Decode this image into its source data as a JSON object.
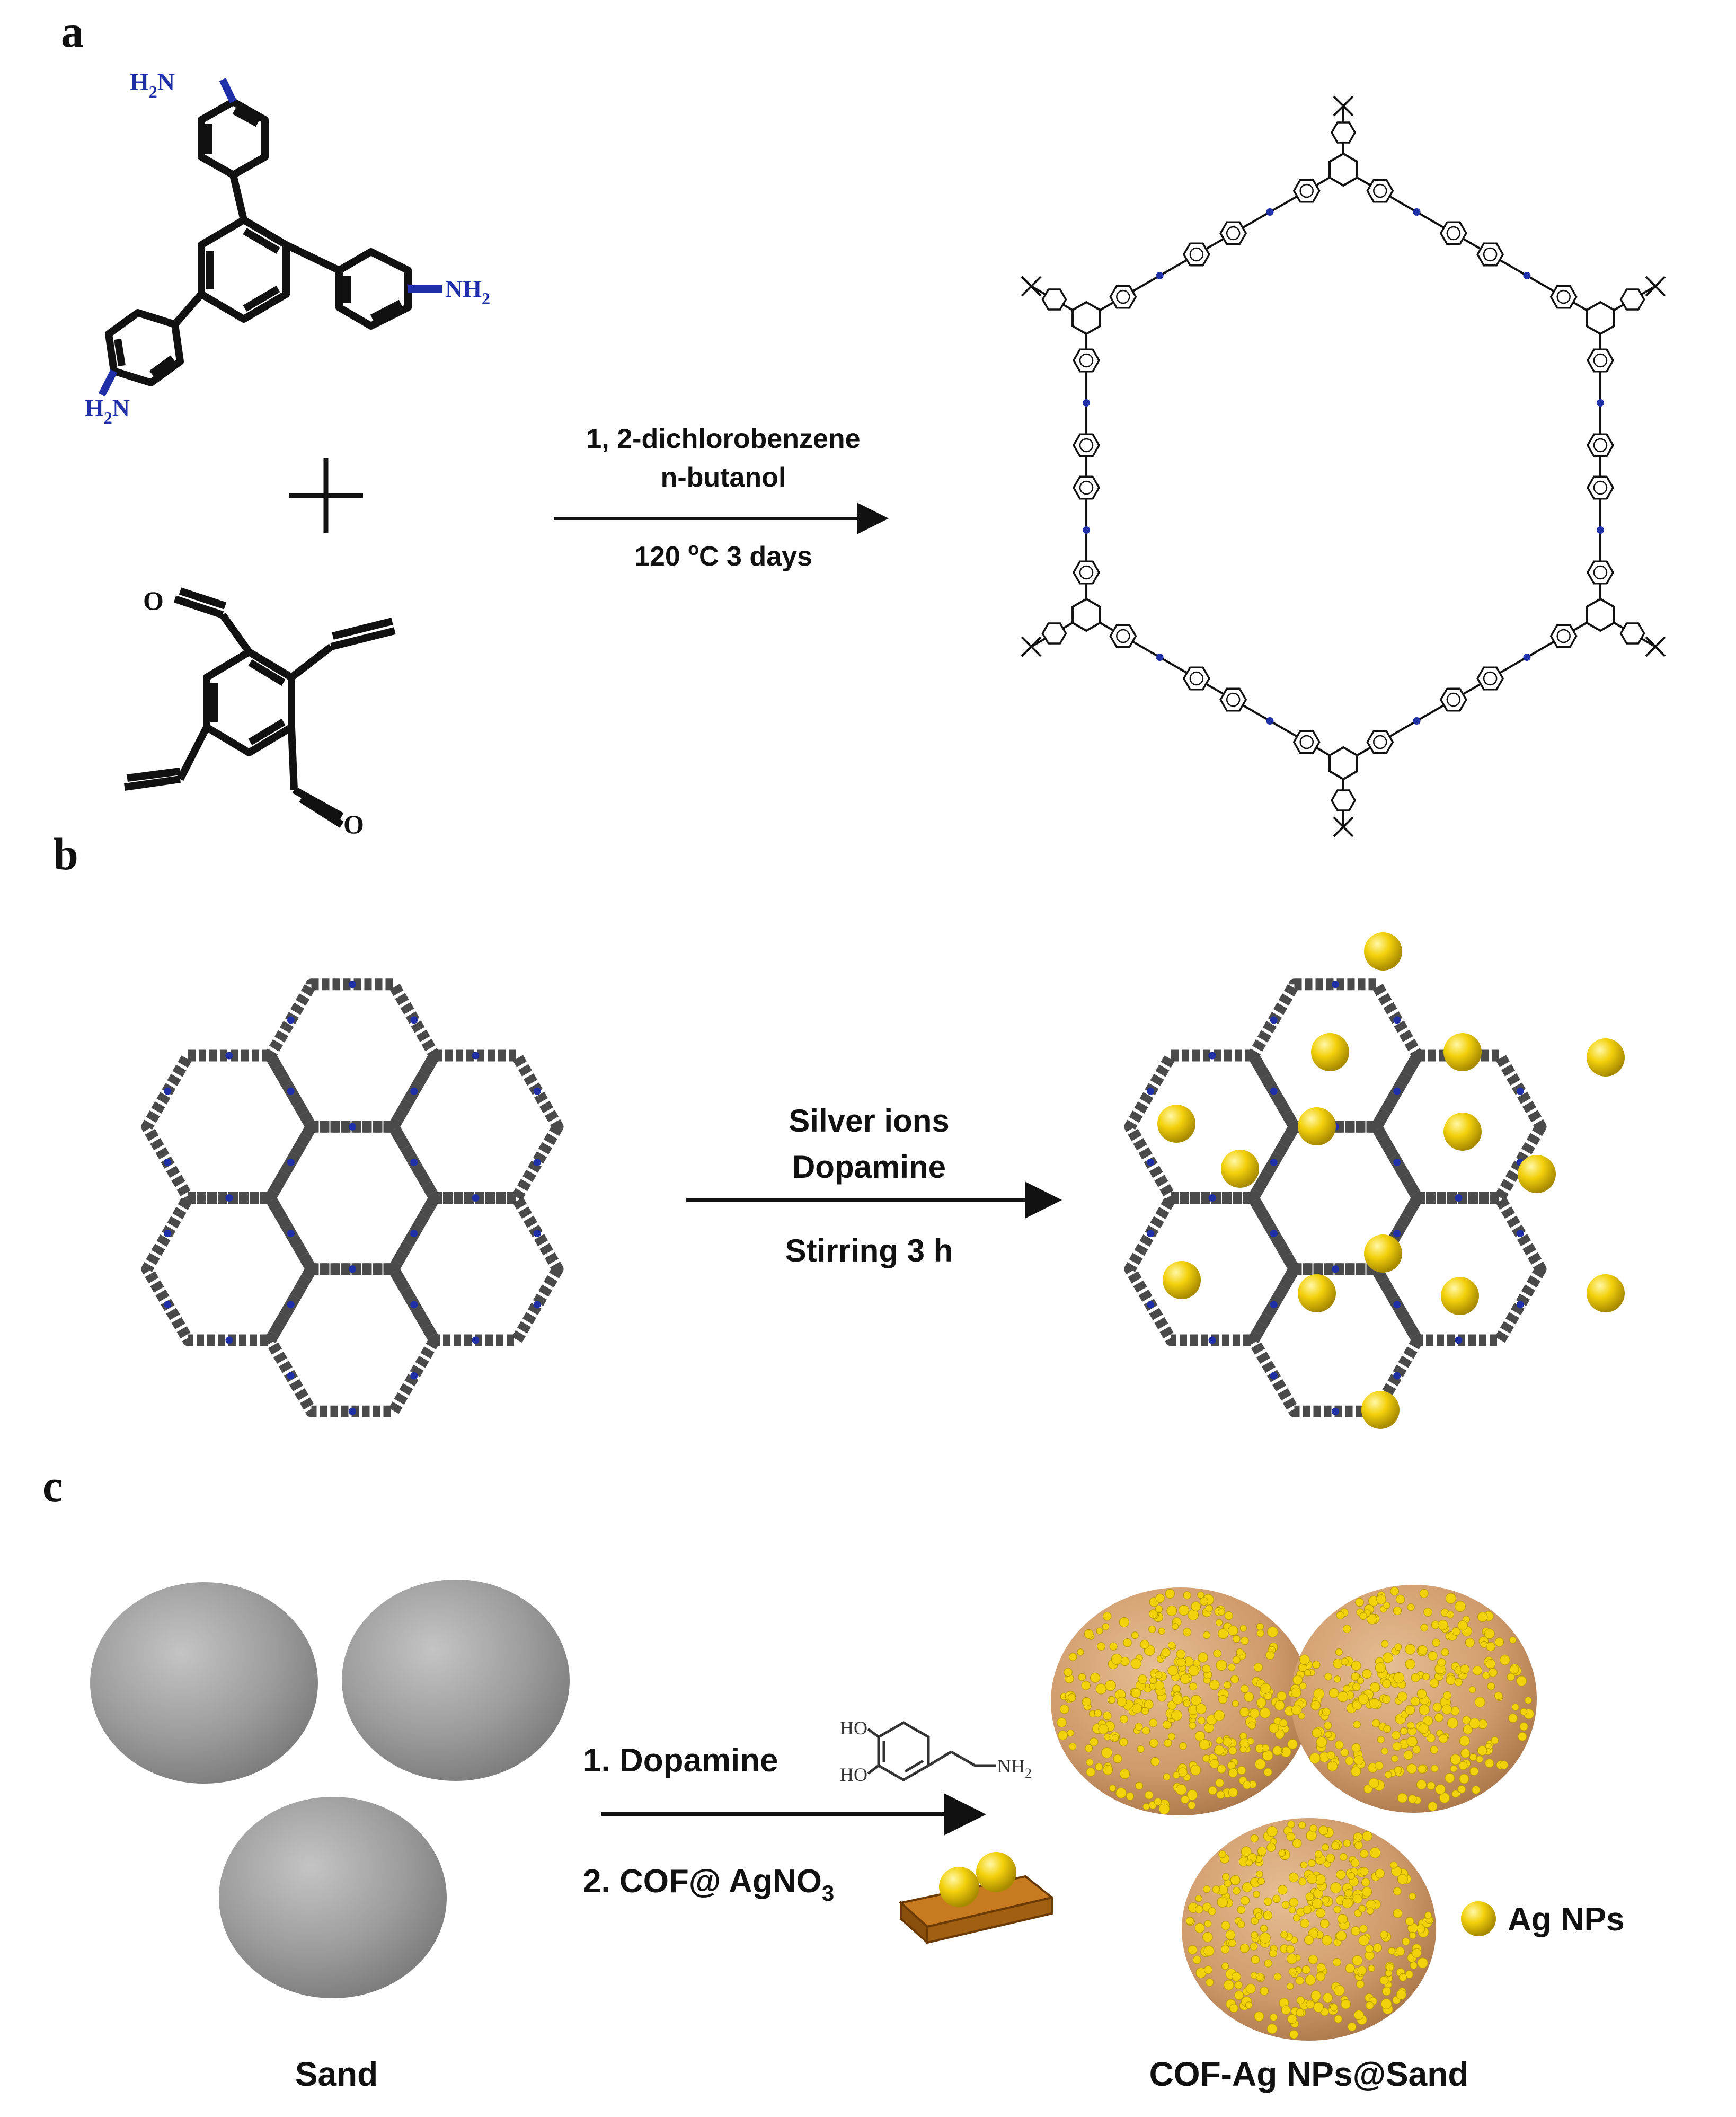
{
  "panels": {
    "a": "a",
    "b": "b",
    "c": "c"
  },
  "panel_a": {
    "amine_label_1": "H",
    "amine_label_1_sub": "2",
    "amine_label_1_end": "N",
    "amine_label_2": "NH",
    "amine_label_2_sub": "2",
    "amine_label_3": "H",
    "amine_label_3_sub": "2",
    "amine_label_3_end": "N",
    "oxygen_1": "O",
    "oxygen_2": "O",
    "plus": "+",
    "condition_1": "1, 2-dichlorobenzene",
    "condition_2": "n-butanol",
    "condition_3_pre": "120 ",
    "condition_3_sup": "o",
    "condition_3_post": "C 3 days"
  },
  "panel_b": {
    "condition_1": "Silver ions",
    "condition_2": "Dopamine",
    "condition_3": "Stirring 3 h"
  },
  "panel_c": {
    "step_1": "1. Dopamine",
    "step_2_pre": "2. COF@ AgNO",
    "step_2_sub": "3",
    "dopamine_ho_1": "HO",
    "dopamine_ho_2": "HO",
    "dopamine_nh": "NH",
    "dopamine_nh_sub": "2",
    "legend": "Ag NPs",
    "left_caption": "Sand",
    "right_caption": "COF-Ag NPs@Sand"
  },
  "colors": {
    "nitrogen": "#1f2fa8",
    "bond": "#111111",
    "framework": "#4a4a4a",
    "silver_np": "#f2d20a",
    "sand_grey": "#9a9a9a",
    "coated_sand": "#d6a57a"
  }
}
